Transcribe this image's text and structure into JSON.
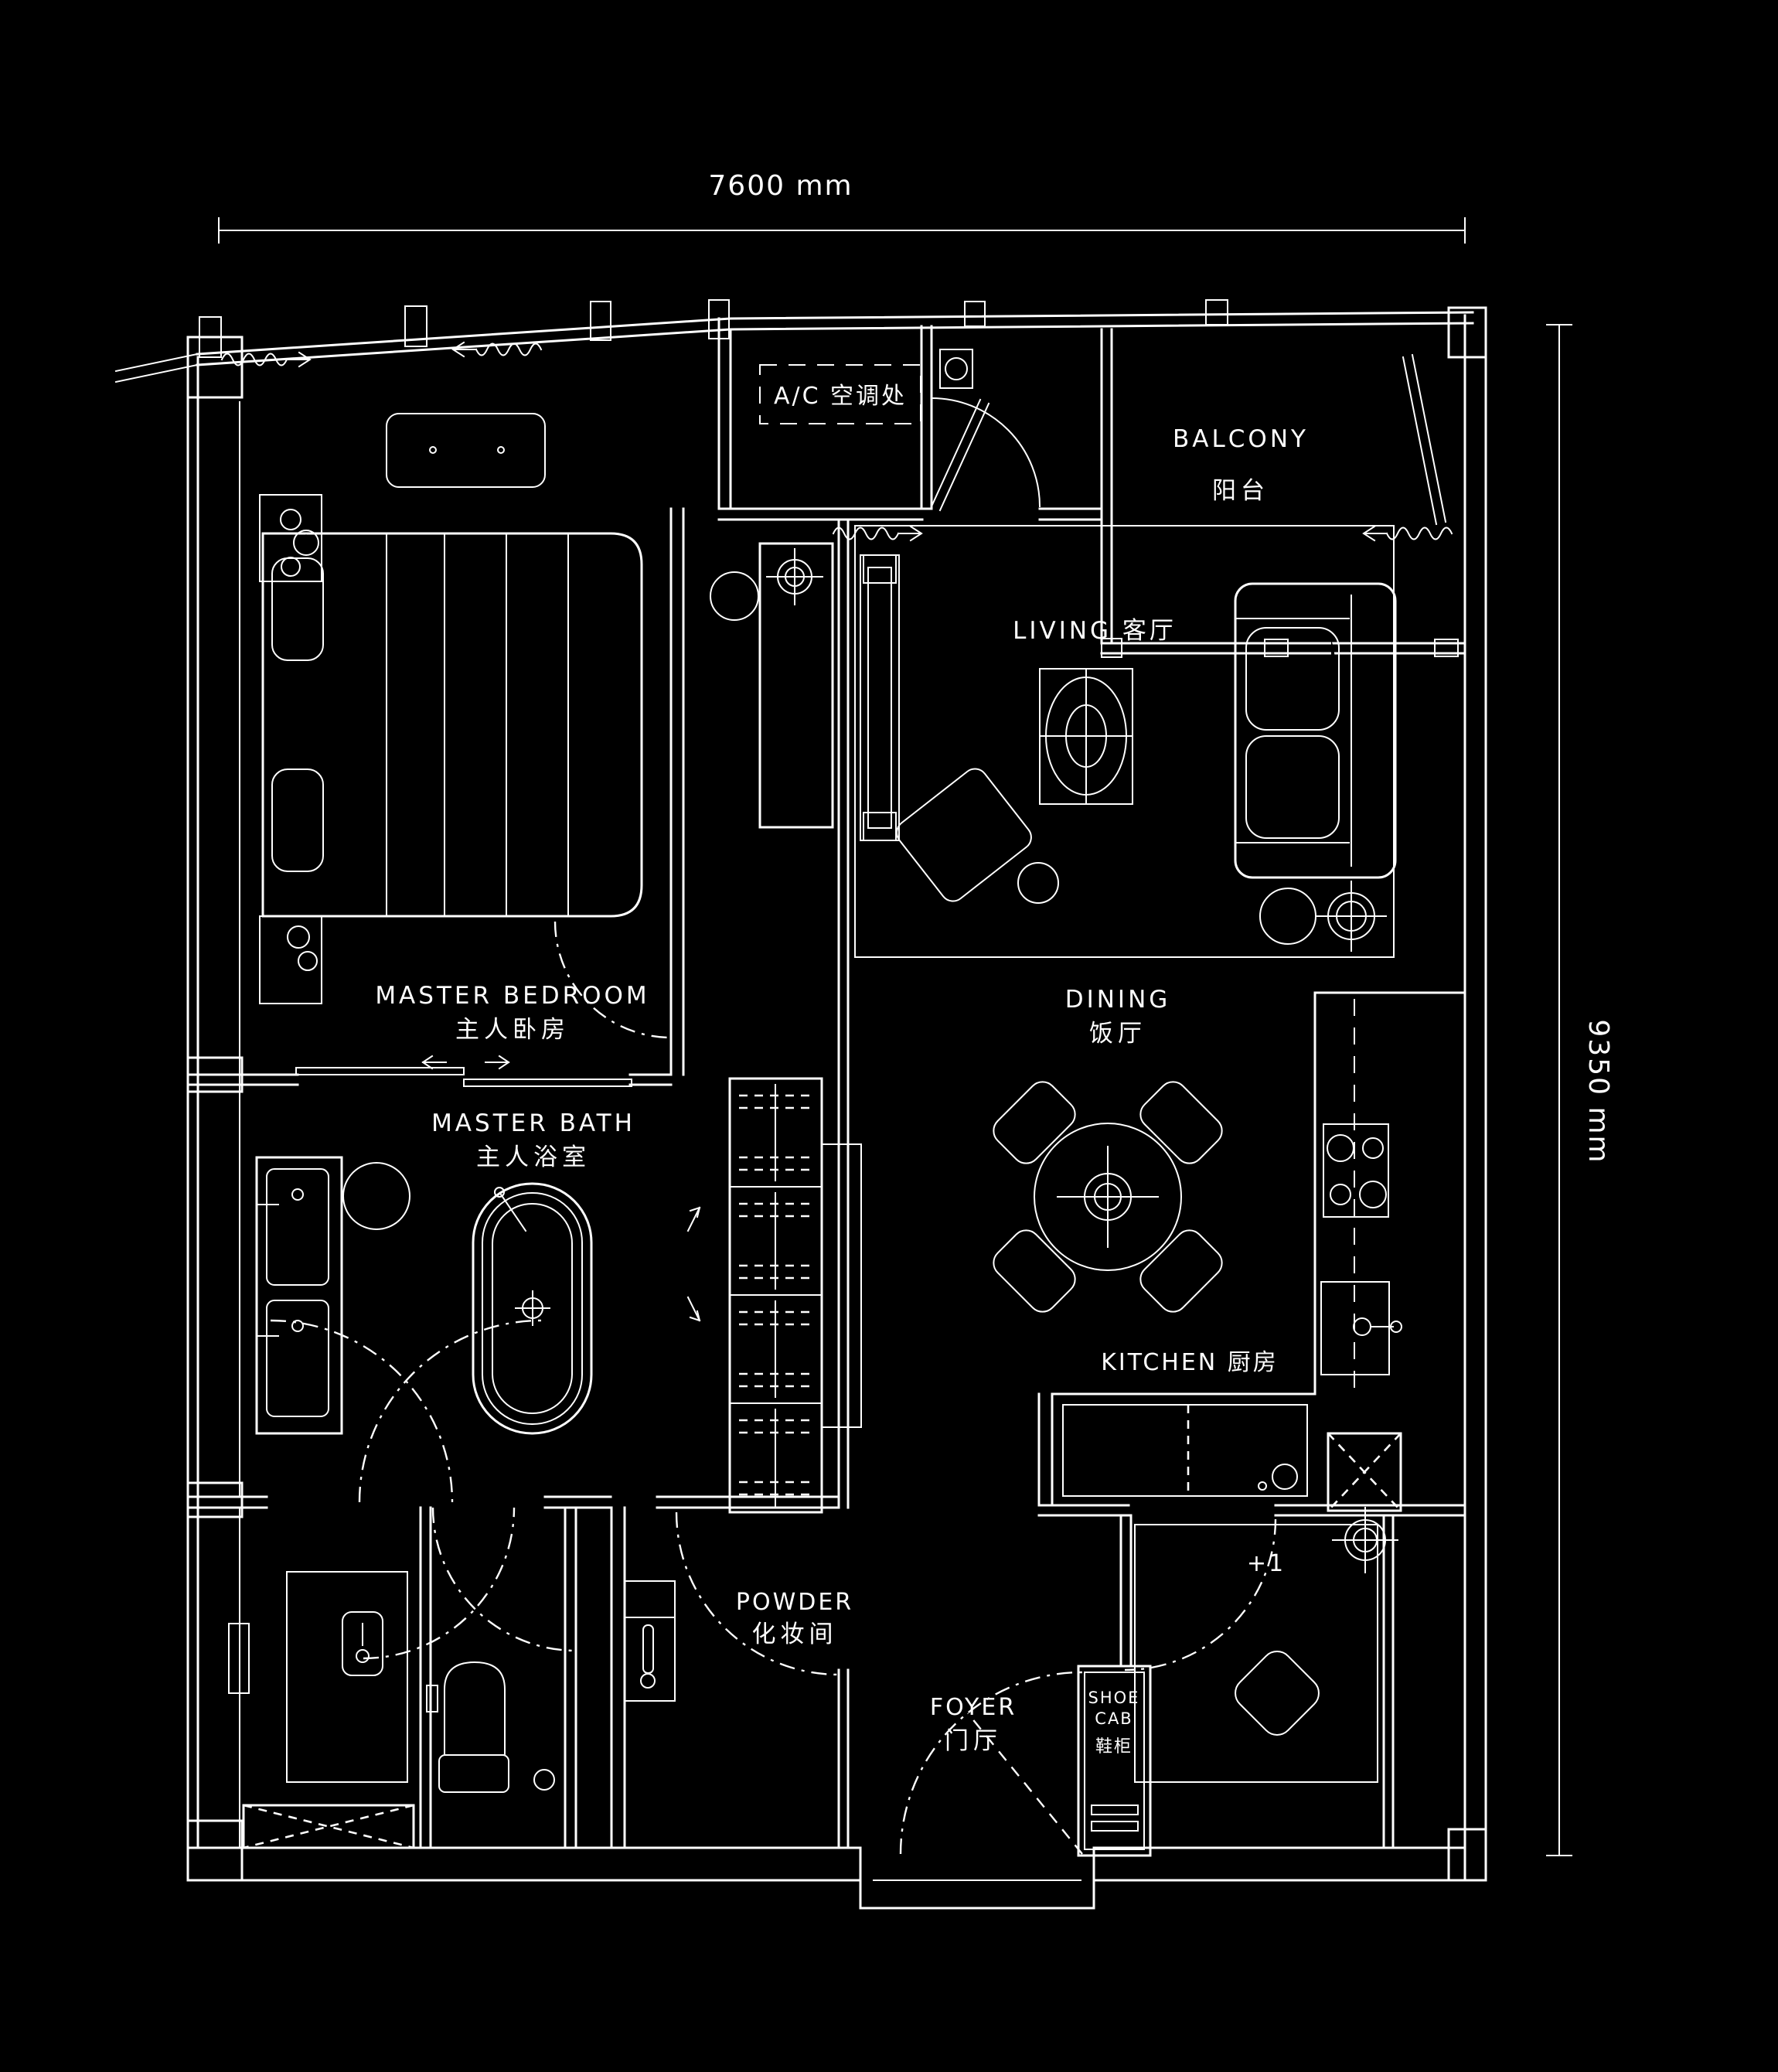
{
  "dimensions": {
    "top": "7600 mm",
    "right": "9350 mm"
  },
  "rooms": {
    "ac_label": "A/C 空调处",
    "balcony_en": "BALCONY",
    "balcony_zh": "阳台",
    "living_label": "LIVING 客厅",
    "bedroom_en": "MASTER BEDROOM",
    "bedroom_zh": "主人卧房",
    "bath_en": "MASTER BATH",
    "bath_zh": "主人浴室",
    "dining_en": "DINING",
    "dining_zh": "饭厅",
    "kitchen_label": "KITCHEN 厨房",
    "powder_en": "POWDER",
    "powder_zh": "化妆间",
    "foyer_en": "FOYER",
    "foyer_zh": "门厅",
    "shoe_line1": "SHOE",
    "shoe_line2": "CAB",
    "shoe_line3": "鞋柜",
    "plus_one": "+1"
  },
  "colors": {
    "background": "#000000",
    "line": "#ffffff"
  }
}
